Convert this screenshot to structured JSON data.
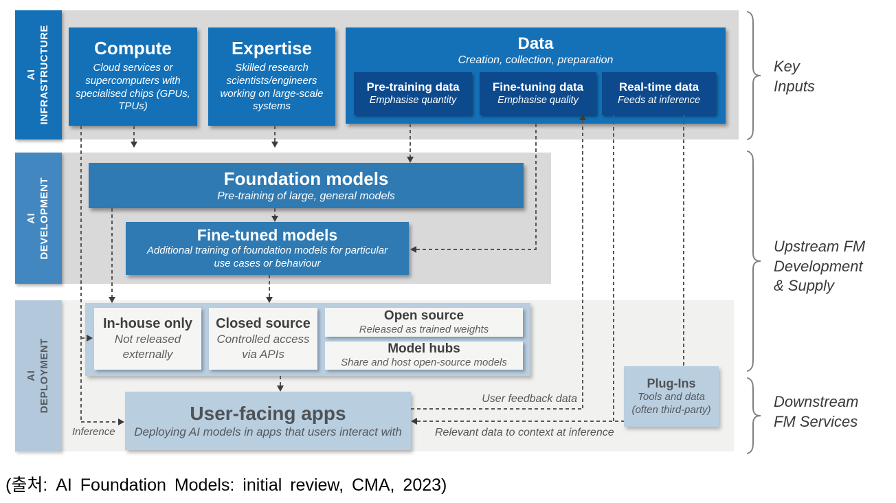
{
  "colors": {
    "strong_blue": "#1471b8",
    "navy_blue": "#0d4a8d",
    "mid_blue": "#2f7ab3",
    "dev_label_blue": "#4287c0",
    "light_blue": "#b9cedf",
    "band_gray": "#d9d9d9",
    "deploy_band_gray": "#f1f1ef"
  },
  "rows": {
    "infrastructure": {
      "label": "AI\nINFRASTRUCTURE"
    },
    "development": {
      "label": "AI\nDEVELOPMENT"
    },
    "deployment": {
      "label": "AI\nDEPLOYMENT"
    }
  },
  "infrastructure": {
    "compute": {
      "title": "Compute",
      "desc": "Cloud services or supercomputers with specialised chips (GPUs, TPUs)"
    },
    "expertise": {
      "title": "Expertise",
      "desc": "Skilled research scientists/engineers working on large-scale systems"
    },
    "data": {
      "title": "Data",
      "desc": "Creation, collection, preparation",
      "children": [
        {
          "title": "Pre-training data",
          "desc": "Emphasise quantity"
        },
        {
          "title": "Fine-tuning data",
          "desc": "Emphasise quality"
        },
        {
          "title": "Real-time data",
          "desc": "Feeds at inference"
        }
      ]
    }
  },
  "development": {
    "foundation_models": {
      "title": "Foundation models",
      "desc": "Pre-training of large, general models"
    },
    "fine_tuned_models": {
      "title": "Fine-tuned models",
      "desc": "Additional training of foundation models for particular use cases or behaviour"
    }
  },
  "deployment": {
    "in_house": {
      "title": "In-house only",
      "desc": "Not released externally"
    },
    "closed_source": {
      "title": "Closed source",
      "desc": "Controlled access via APIs"
    },
    "open_source": {
      "title": "Open source",
      "desc": "Released as trained weights"
    },
    "model_hubs": {
      "title": "Model hubs",
      "desc": "Share and host open-source models"
    },
    "user_facing_apps": {
      "title": "User-facing apps",
      "desc": "Deploying AI models in apps that users interact with"
    },
    "plug_ins": {
      "title": "Plug-Ins",
      "desc": "Tools and data (often third-party)"
    }
  },
  "flow_labels": {
    "inference": "Inference",
    "user_feedback": "User feedback data",
    "relevant_data": "Relevant data to context at inference"
  },
  "side_labels": {
    "key_inputs": "Key\nInputs",
    "upstream": "Upstream FM\nDevelopment\n& Supply",
    "downstream": "Downstream\nFM Services"
  },
  "caption": {
    "text": "(출처: AI Foundation Models: initial review, CMA, 2023)"
  }
}
